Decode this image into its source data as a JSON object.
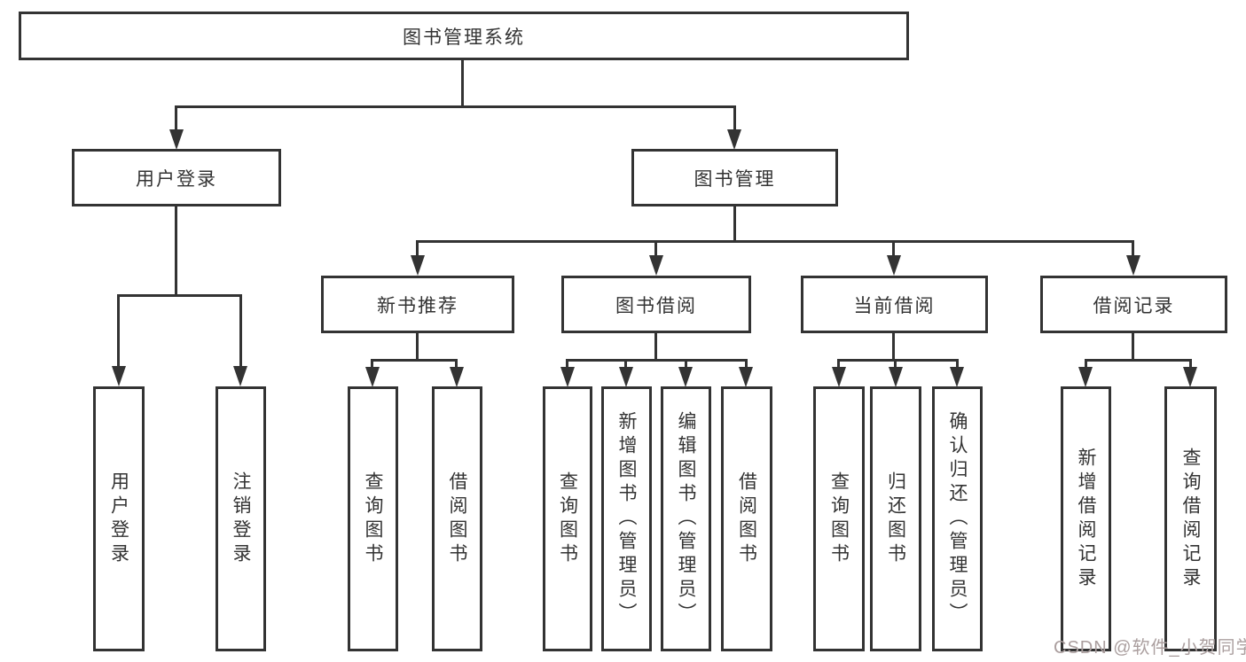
{
  "nodes": {
    "root": "图书管理系统",
    "level2": [
      "用户登录",
      "图书管理"
    ],
    "level3": [
      "新书推荐",
      "图书借阅",
      "当前借阅",
      "借阅记录"
    ],
    "leaves": {
      "user_login": [
        "用户登录",
        "注销登录"
      ],
      "new_book_recommend": [
        "查询图书",
        "借阅图书"
      ],
      "book_borrow": [
        "查询图书",
        "新增图书（管理员）",
        "编辑图书（管理员）",
        "借阅图书"
      ],
      "current_borrow": [
        "查询图书",
        "归还图书",
        "确认归还（管理员）"
      ],
      "borrow_record": [
        "新增借阅记录",
        "查询借阅记录"
      ]
    }
  },
  "watermark": {
    "text": "CSDN @软件_小贺同学",
    "color": "#ab9f9f"
  },
  "colors": {
    "line": "#333333",
    "box_border": "#333333",
    "text": "#333333",
    "background": "#ffffff"
  }
}
